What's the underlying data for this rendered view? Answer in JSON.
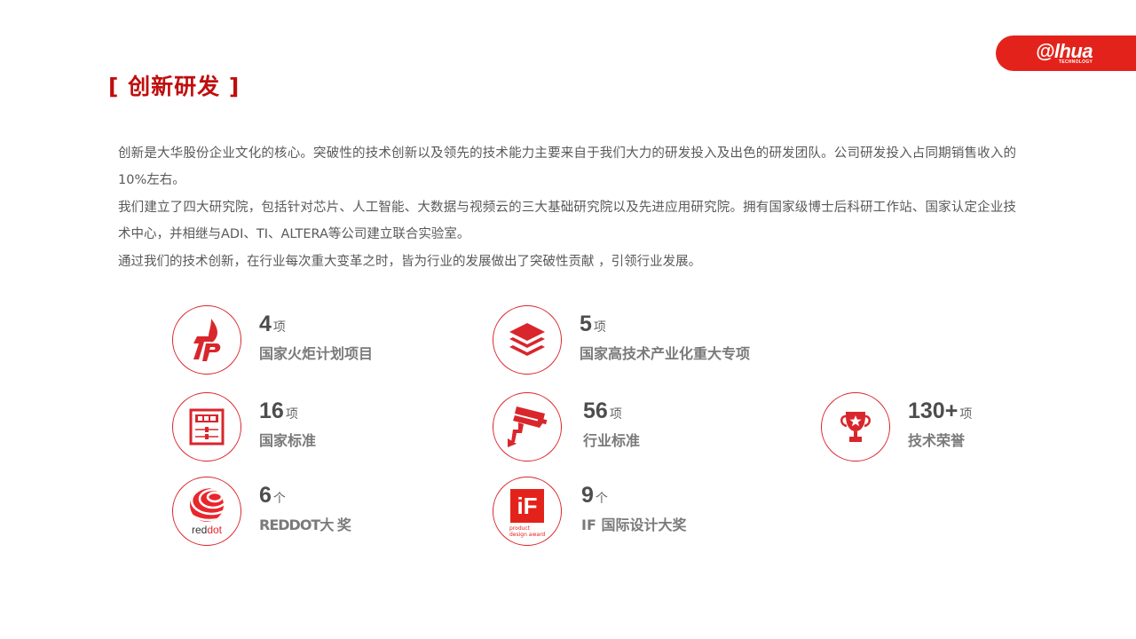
{
  "logo": {
    "brand": "@lhua",
    "tagline": "TECHNOLOGY",
    "color": "#e3231b"
  },
  "page": {
    "title": "[ 创新研发 ]",
    "accent_color": "#c00d0d"
  },
  "intro": {
    "paragraphs": [
      "创新是大华股份企业文化的核心。突破性的技术创新以及领先的技术能力主要来自于我们大力的研发投入及出色的研发团队。公司研发投入占同期销售收入的10%左右。",
      "我们建立了四大研究院，包括针对芯片、人工智能、大数据与视频云的三大基础研究院以及先进应用研究院。拥有国家级博士后科研工作站、国家认定企业技术中心，并相继与ADI、TI、ALTERA等公司建立联合实验室。",
      "通过我们的技术创新，在行业每次重大变革之时，皆为行业的发展做出了突破性贡献 ，引领行业发展。"
    ]
  },
  "stats": [
    {
      "icon": "torch-icon",
      "number": "4",
      "unit": "项",
      "label": "国家火炬计划项目"
    },
    {
      "icon": "layers-icon",
      "number": "5",
      "unit": "项",
      "label": "国家高技术产业化重大专项"
    },
    {
      "icon": "standard-document-icon",
      "number": "16",
      "unit": "项",
      "label": "国家标准"
    },
    {
      "icon": "security-camera-icon",
      "number": "56",
      "unit": "项",
      "label": "行业标准"
    },
    {
      "icon": "trophy-icon",
      "number": "130+",
      "unit": "项",
      "label": "技术荣誉"
    },
    {
      "icon": "reddot-logo-icon",
      "number": "6",
      "unit": "个",
      "label": "REDDOT大 奖",
      "icon_text": "reddot"
    },
    {
      "icon": "if-award-logo-icon",
      "number": "9",
      "unit": "个",
      "label": "IF 国际设计大奖",
      "icon_text": "iF",
      "icon_caption_1": "product",
      "icon_caption_2": "design award"
    }
  ]
}
